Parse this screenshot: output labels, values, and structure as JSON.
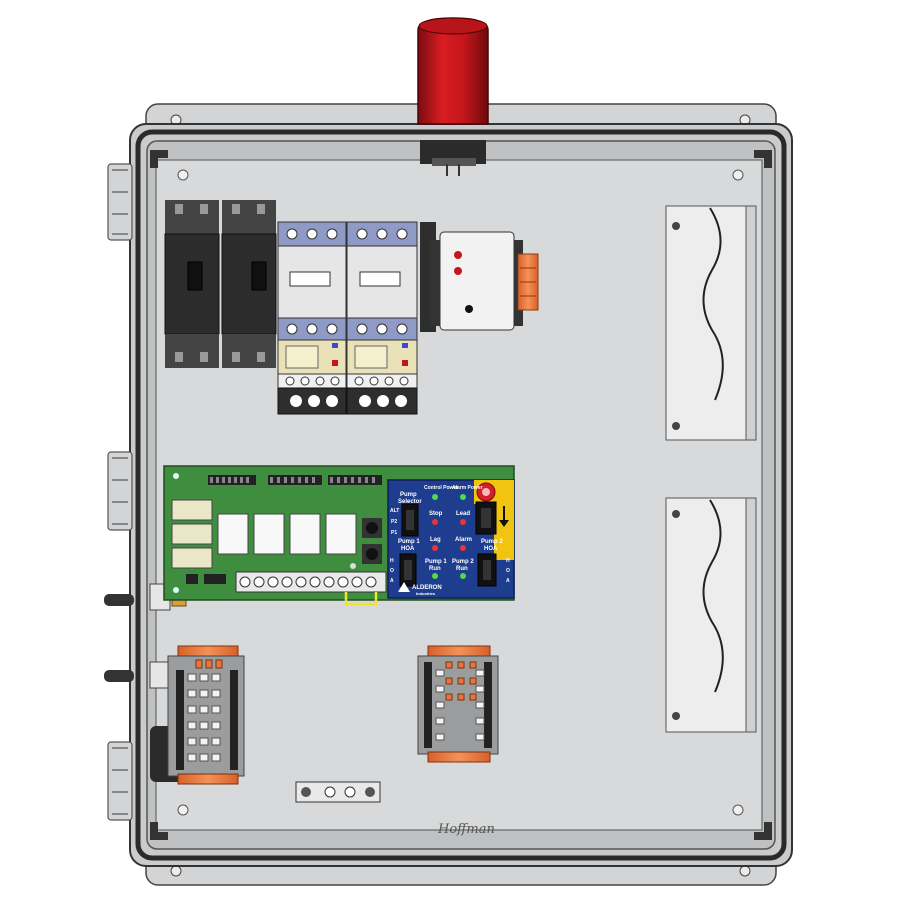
{
  "controller": {
    "control_power": "Control Power",
    "alarm_power": "Alarm Power",
    "pump_selector_1": "Pump",
    "pump_selector_2": "Selector",
    "alt": "ALT",
    "p2": "P2",
    "p1": "P1",
    "stop": "Stop",
    "lead": "Lead",
    "lag": "Lag",
    "alarm": "Alarm",
    "pump1_hoa_1": "Pump 1",
    "pump1_hoa_2": "HOA",
    "pump2_hoa_1": "Pump 2",
    "pump2_hoa_2": "HOA",
    "pump1_run_1": "Pump 1",
    "pump1_run_2": "Run",
    "pump2_run_1": "Pump 2",
    "pump2_run_2": "Run",
    "h": "H",
    "o": "O",
    "a": "A",
    "logo": "ALDERON",
    "logo_sub": "Industries"
  },
  "enclosure": {
    "brand": "Hoffman"
  },
  "colors": {
    "enclosure_gray": "#c9cbcc",
    "panel_gray": "#d8d9da",
    "alarm_light_red": "#c4161c",
    "pcb_green": "#3f8e3f",
    "controller_blue": "#1f3d8f",
    "terminal_orange": "#e8743b"
  },
  "icons": {
    "alarm_beacon": "alarm-beacon-icon",
    "silence_button": "silence-button-icon",
    "arrow_down": "arrow-down-icon"
  }
}
